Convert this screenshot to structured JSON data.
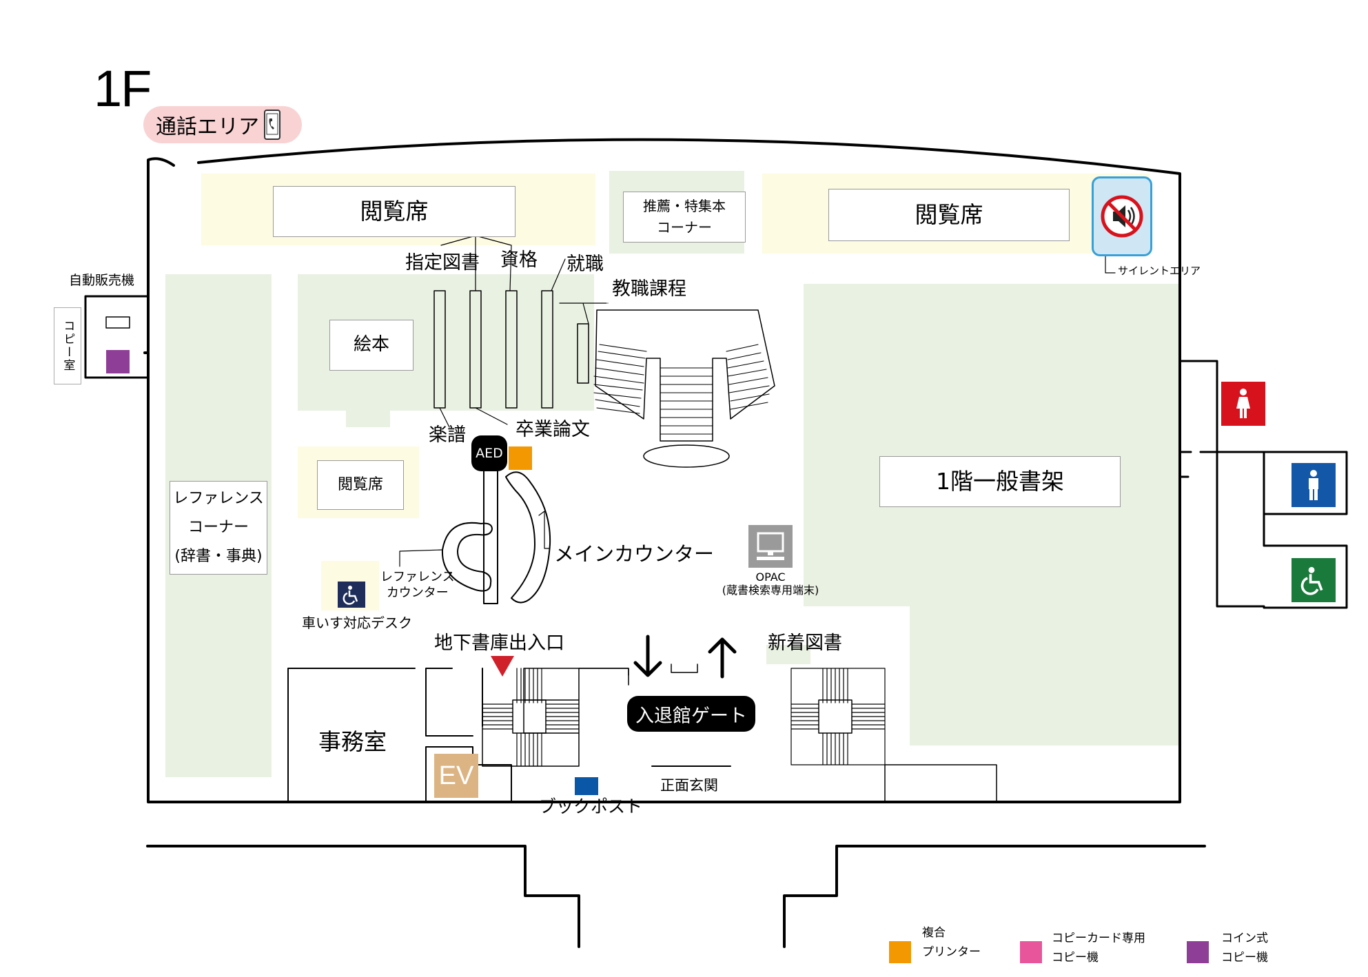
{
  "floor": "1F",
  "call_area": "通話エリア",
  "silent_area": "サイレントエリア",
  "vending": "自動販売機",
  "copy_room": "コピー室",
  "reading_seats": [
    "閲覧席",
    "閲覧席",
    "閲覧席"
  ],
  "recommend_corner": [
    "推薦・特集本",
    "コーナー"
  ],
  "picture_books": "絵本",
  "shelf_labels": {
    "designated": "指定図書",
    "qualification": "資格",
    "employment": "就職",
    "teaching": "教職課程",
    "music": "楽譜",
    "thesis": "卒業論文"
  },
  "reference_corner": [
    "レファレンス",
    "コーナー",
    "(辞書・事典)"
  ],
  "aed": "AED",
  "main_counter": "メインカウンター",
  "reference_counter": [
    "レファレンス",
    "カウンター"
  ],
  "wheelchair_desk": "車いす対応デスク",
  "opac": [
    "OPAC",
    "(蔵書検索専用端末)"
  ],
  "general_shelves": "1階一般書架",
  "basement_entrance": "地下書庫出入口",
  "gate": "入退館ゲート",
  "new_books": "新着図書",
  "office": "事務室",
  "ev": "EV",
  "book_post": "ブックポスト",
  "front_entrance": "正面玄関",
  "legend": [
    {
      "lines": [
        "複合",
        "プリンター"
      ],
      "color": "#f39800"
    },
    {
      "lines": [
        "コピーカード専用",
        "コピー機"
      ],
      "color": "#e8559b"
    },
    {
      "lines": [
        "コイン式",
        "コピー機"
      ],
      "color": "#8e3e96"
    }
  ],
  "colors": {
    "reading_area": "#fdfbe2",
    "shelf_area": "#e9f1e2",
    "printer": "#f39800",
    "coin_copier": "#8e3e96",
    "book_post": "#0a57a8",
    "basement_marker": "#d0202a",
    "female_wc": "#d7121c",
    "male_wc": "#1358a8",
    "accessible_wc": "#1a7a3c",
    "wheelchair_desk": "#1f2d5a",
    "ev": "#dcb483"
  }
}
